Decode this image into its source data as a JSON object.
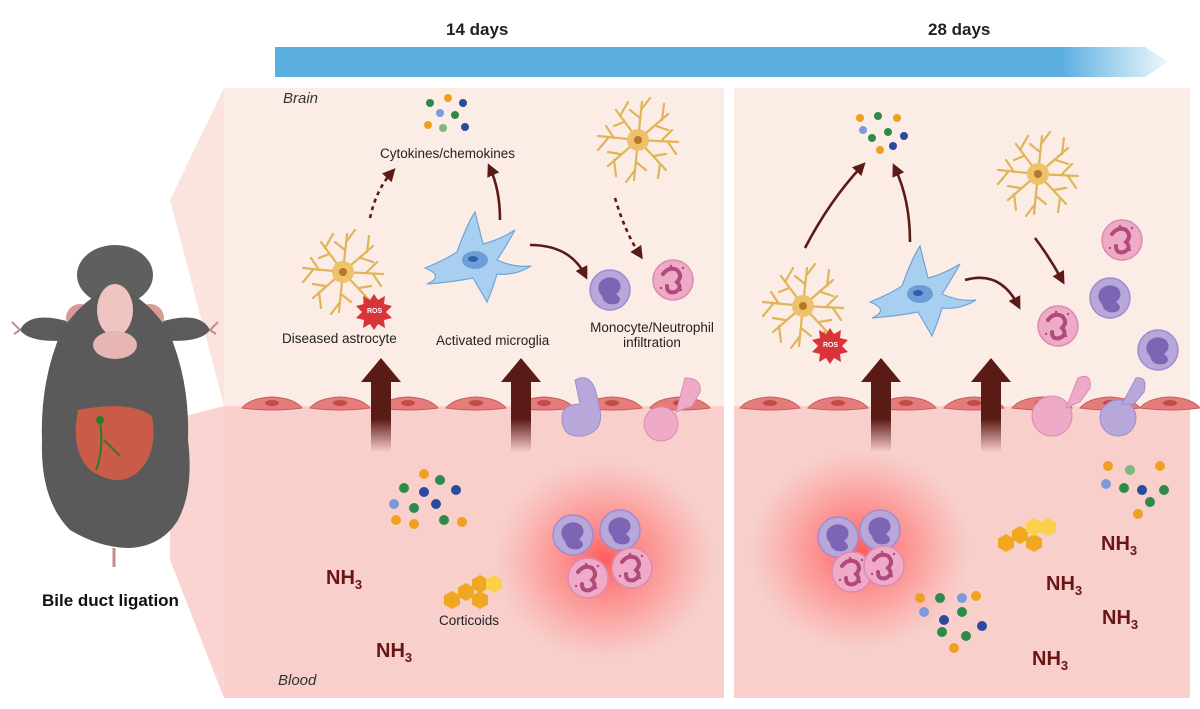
{
  "timeline": {
    "label_14": "14 days",
    "label_28": "28 days"
  },
  "regions": {
    "brain": "Brain",
    "blood": "Blood"
  },
  "panel14": {
    "cytokines": "Cytokines/chemokines",
    "astrocyte": "Diseased astrocyte",
    "microglia": "Activated microglia",
    "infiltration_line1": "Monocyte/Neutrophil",
    "infiltration_line2": "infiltration",
    "corticoids": "Corticoids",
    "ros": "ROS"
  },
  "panel28": {
    "ros": "ROS"
  },
  "ammonia": {
    "base": "NH",
    "sub": "3"
  },
  "model": {
    "label": "Bile duct ligation"
  },
  "colors": {
    "timeline": "#5aaee0",
    "brain_bg": "#fcece6",
    "blood_bg": "#f8cfcb",
    "astrocyte": "#e0b458",
    "microglia": "#9cc8ec",
    "monocyte": "#b6a6d8",
    "neutrophil": "#e8a2c0",
    "endothelial": "#e57c7c",
    "arrow": "#5a1a16",
    "ros": "#d9343a",
    "corticoid": "#f0a820",
    "nh3": "#6a1515"
  }
}
